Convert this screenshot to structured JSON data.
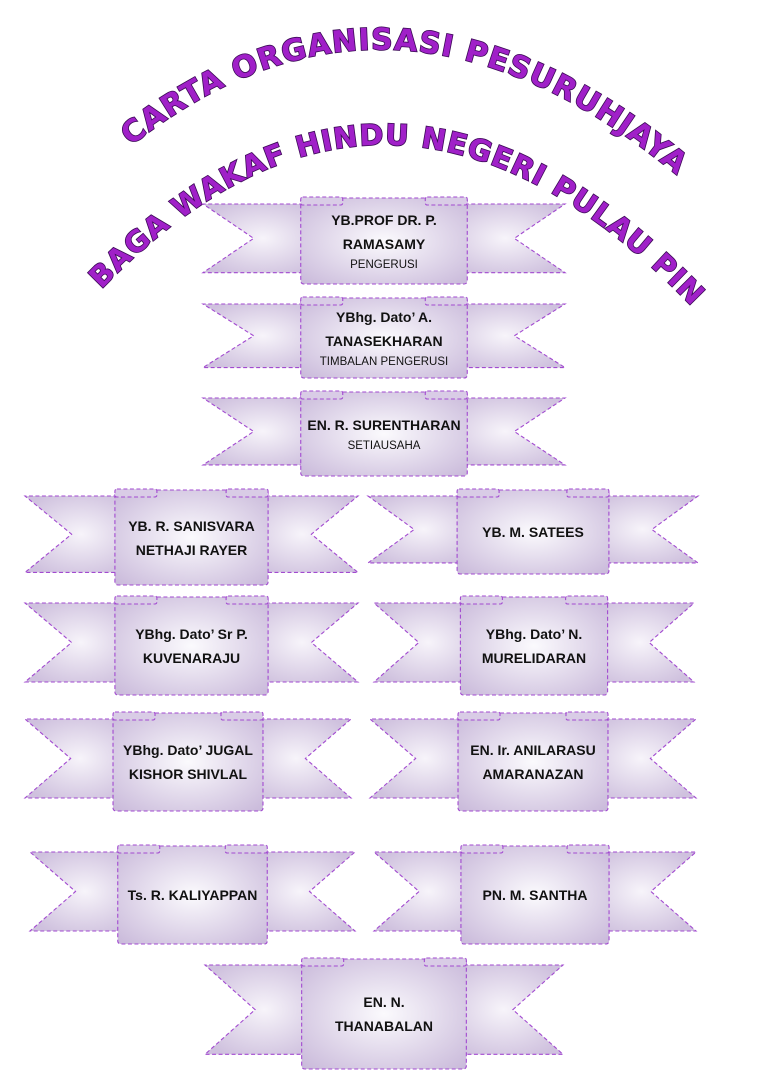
{
  "title": {
    "line1": "CARTA ORGANISASI PESURUHJAYA",
    "line2": "LEMBAGA WAKAF HINDU NEGERI PULAU PINANG"
  },
  "colors": {
    "title_fill": "#a020c8",
    "title_stroke": "#3a0a55",
    "banner_stroke": "#a24ad0",
    "banner_light": "#f7f4fa",
    "banner_dark": "#cfc1de"
  },
  "members": [
    {
      "name": "YB.PROF DR. P. RAMASAMY",
      "name_lines": [
        "YB.PROF DR. P.",
        "RAMASAMY"
      ],
      "role": "PENGERUSI"
    },
    {
      "name": "YBhg. Dato’ A. TANASEKHARAN",
      "name_lines": [
        "YBhg. Dato’ A.",
        "TANASEKHARAN"
      ],
      "role": "TIMBALAN PENGERUSI"
    },
    {
      "name": "EN. R. SURENTHARAN",
      "name_lines": [
        "EN. R. SURENTHARAN"
      ],
      "role": "SETIAUSAHA"
    },
    {
      "name": "YB. R. SANISVARA NETHAJI RAYER",
      "name_lines": [
        "YB. R. SANISVARA",
        "NETHAJI RAYER"
      ],
      "role": ""
    },
    {
      "name": "YB. M. SATEES",
      "name_lines": [
        "YB. M. SATEES"
      ],
      "role": ""
    },
    {
      "name": "YBhg. Dato’ Sr P. KUVENARAJU",
      "name_lines": [
        "YBhg. Dato’ Sr P.",
        "KUVENARAJU"
      ],
      "role": ""
    },
    {
      "name": "YBhg. Dato’ N. MURELIDARAN",
      "name_lines": [
        "YBhg. Dato’ N.",
        "MURELIDARAN"
      ],
      "role": ""
    },
    {
      "name": "YBhg. Dato’ JUGAL KISHOR SHIVLAL",
      "name_lines": [
        "YBhg. Dato’ JUGAL",
        "KISHOR SHIVLAL"
      ],
      "role": ""
    },
    {
      "name": "EN. Ir. ANILARASU AMARANAZAN",
      "name_lines": [
        "EN. Ir. ANILARASU",
        "AMARANAZAN"
      ],
      "role": ""
    },
    {
      "name": "Ts. R. KALIYAPPAN",
      "name_lines": [
        "Ts. R. KALIYAPPAN"
      ],
      "role": ""
    },
    {
      "name": "PN. M. SANTHA",
      "name_lines": [
        "PN. M. SANTHA"
      ],
      "role": ""
    },
    {
      "name": "EN. N. THANABALAN",
      "name_lines": [
        "EN. N.",
        "THANABALAN"
      ],
      "role": ""
    }
  ]
}
